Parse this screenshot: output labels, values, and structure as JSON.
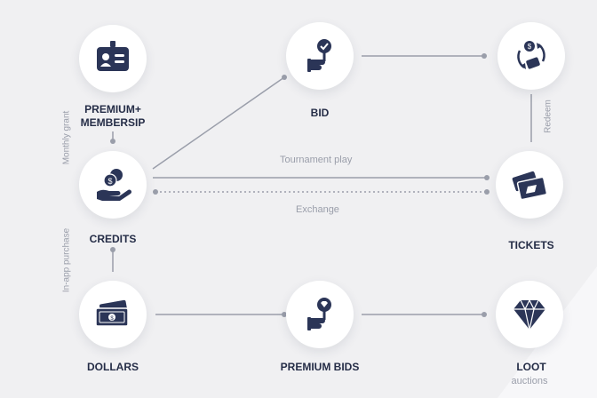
{
  "colors": {
    "background": "#f0f0f2",
    "icon_navy": "#2b3557",
    "line_gray": "#9a9eaa",
    "node_fill": "#ffffff"
  },
  "nodes": {
    "membership": {
      "label": "PREMIUM+\nMEMBERSIP",
      "icon": "id-badge-icon"
    },
    "bid": {
      "label": "BID",
      "icon": "hand-bid-paddle-check-icon"
    },
    "redeem": {
      "icon": "exchange-cycle-icon"
    },
    "credits": {
      "label": "CREDITS",
      "icon": "hand-coin-icon"
    },
    "tickets": {
      "label": "TICKETS",
      "icon": "tickets-icon"
    },
    "dollars": {
      "label": "DOLLARS",
      "icon": "cash-stack-icon"
    },
    "premium_bids": {
      "label": "PREMIUM BIDS",
      "icon": "hand-bid-paddle-diamond-icon"
    },
    "loot": {
      "label": "LOOT",
      "sublabel": "auctions",
      "icon": "diamond-icon"
    }
  },
  "edges": {
    "tournament_play": "Tournament play",
    "exchange": "Exchange",
    "redeem": "Redeem",
    "monthly_grant": "Monthly grant",
    "in_app_purchase": "In-app purchase"
  }
}
